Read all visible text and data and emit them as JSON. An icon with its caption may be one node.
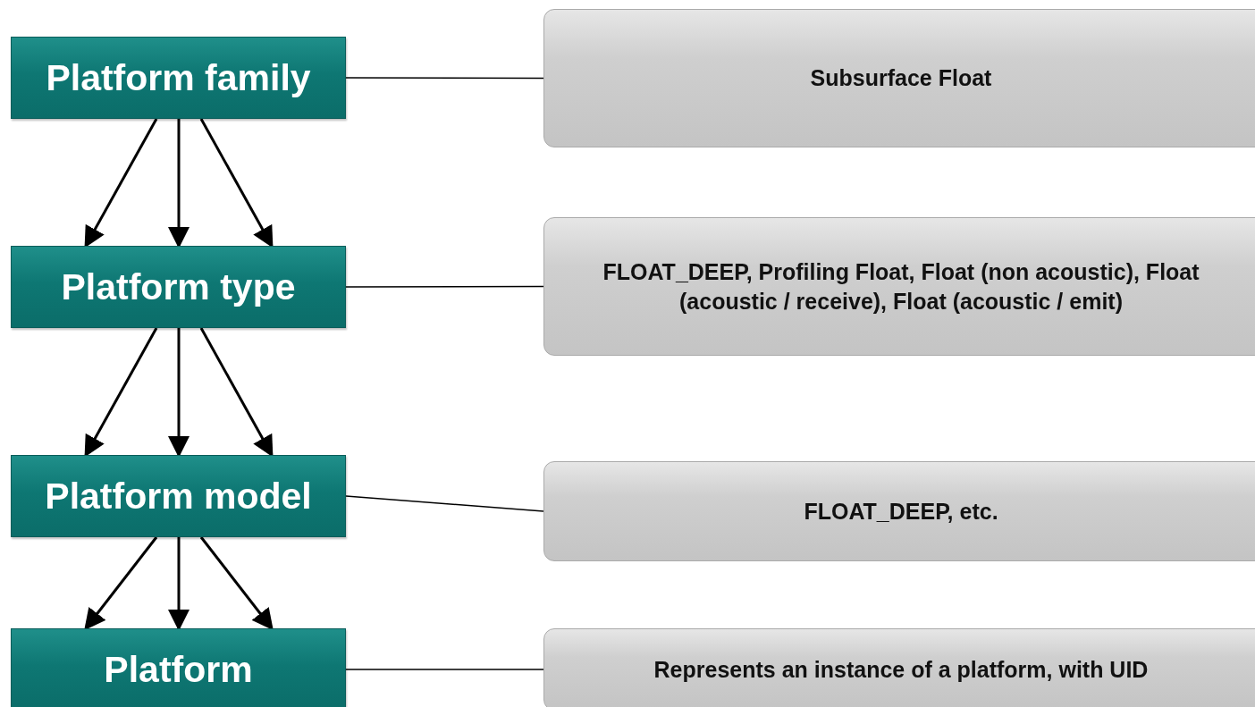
{
  "diagram": {
    "nodes": [
      {
        "text": [
          "Platform family"
        ]
      },
      {
        "text": [
          "Subsurface Float"
        ]
      },
      {
        "text": [
          "Platform type"
        ]
      },
      {
        "text": [
          "FLOAT_DEEP, Profiling Float, Float (non acoustic), Float (acoustic / receive), Float (acoustic / emit)"
        ]
      },
      {
        "text": [
          "Platform model"
        ]
      },
      {
        "text": [
          "FLOAT_DEEP, etc."
        ]
      },
      {
        "text": [
          "Platform"
        ]
      },
      {
        "text": [
          "Represents an instance of a platform, with UID"
        ]
      }
    ],
    "edges": [
      {
        "from": 0,
        "to": 1,
        "arrow": "none"
      },
      {
        "from": 0,
        "to": 2,
        "arrow": "to"
      },
      {
        "from": 0,
        "to": 2,
        "arrow": "to"
      },
      {
        "from": 0,
        "to": 2,
        "arrow": "to"
      },
      {
        "from": 2,
        "to": 3,
        "arrow": "none"
      },
      {
        "from": 2,
        "to": 4,
        "arrow": "to"
      },
      {
        "from": 2,
        "to": 4,
        "arrow": "to"
      },
      {
        "from": 2,
        "to": 4,
        "arrow": "to"
      },
      {
        "from": 4,
        "to": 5,
        "arrow": "none"
      },
      {
        "from": 4,
        "to": 6,
        "arrow": "to"
      },
      {
        "from": 4,
        "to": 6,
        "arrow": "to"
      },
      {
        "from": 4,
        "to": 6,
        "arrow": "to"
      },
      {
        "from": 6,
        "to": 7,
        "arrow": "none"
      }
    ]
  }
}
